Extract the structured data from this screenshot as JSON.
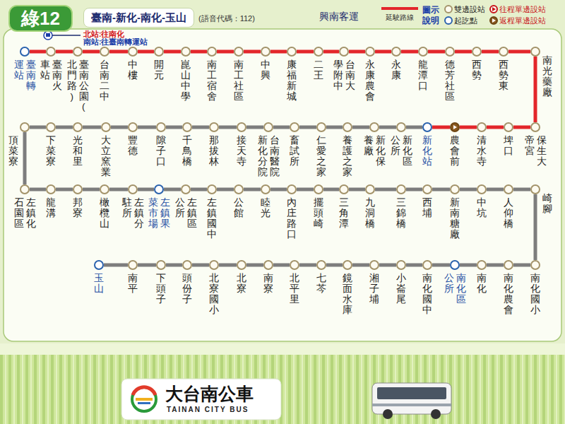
{
  "diagram": {
    "title": "臺南-新化-南化-玉山",
    "nodes": [
      {
        "text": [
          "臺南轉運站"
        ]
      },
      {
        "text": [
          "臺南火車站"
        ]
      },
      {
        "text": [
          "臺南公園(北門路)"
        ]
      },
      {
        "text": [
          "台南二中"
        ]
      },
      {
        "text": [
          "中樓"
        ]
      },
      {
        "text": [
          "開元"
        ]
      },
      {
        "text": [
          "崑山中學"
        ]
      },
      {
        "text": [
          "南工宿舍"
        ]
      },
      {
        "text": [
          "南工社區"
        ]
      },
      {
        "text": [
          "中興"
        ]
      },
      {
        "text": [
          "康福新城"
        ]
      },
      {
        "text": [
          "二王"
        ]
      },
      {
        "text": [
          "台南大學附中"
        ]
      },
      {
        "text": [
          "永康農會"
        ]
      },
      {
        "text": [
          "永康"
        ]
      },
      {
        "text": [
          "龍潭口"
        ]
      },
      {
        "text": [
          "德芳社區"
        ]
      },
      {
        "text": [
          "西勢"
        ]
      },
      {
        "text": [
          "西勢東"
        ]
      },
      {
        "text": [
          "南光藥廠"
        ]
      },
      {
        "text": [
          "保生大帝宮"
        ]
      },
      {
        "text": [
          "埤口"
        ]
      },
      {
        "text": [
          "清水寺"
        ]
      },
      {
        "text": [
          "農會前"
        ]
      },
      {
        "text": [
          "新化站"
        ]
      },
      {
        "text": [
          "新化區公所"
        ]
      },
      {
        "text": [
          "新化保養廠"
        ]
      },
      {
        "text": [
          "養護之家"
        ]
      },
      {
        "text": [
          "仁愛之家"
        ]
      },
      {
        "text": [
          "畜試所"
        ]
      },
      {
        "text": [
          "台南醫院新化分院"
        ]
      },
      {
        "text": [
          "接天寺"
        ]
      },
      {
        "text": [
          "那拔林"
        ]
      },
      {
        "text": [
          "千鳥橋"
        ]
      },
      {
        "text": [
          "隙子口"
        ]
      },
      {
        "text": [
          "豐德"
        ]
      },
      {
        "text": [
          "大立窯業"
        ]
      },
      {
        "text": [
          "光和里"
        ]
      },
      {
        "text": [
          "下菜寮"
        ]
      },
      {
        "text": [
          "頂菜寮"
        ]
      },
      {
        "text": [
          "左鎮化石園區"
        ]
      },
      {
        "text": [
          "龍溝"
        ]
      },
      {
        "text": [
          "邦寮"
        ]
      },
      {
        "text": [
          "橄欖山"
        ]
      },
      {
        "text": [
          "左鎮分駐所"
        ]
      },
      {
        "text": [
          "左鎮果菜市場"
        ]
      },
      {
        "text": [
          "左鎮區公所"
        ]
      },
      {
        "text": [
          "左鎮國中"
        ]
      },
      {
        "text": [
          "公館"
        ]
      },
      {
        "text": [
          "睦光"
        ]
      },
      {
        "text": [
          "內庄路口"
        ]
      },
      {
        "text": [
          "擺頭崎"
        ]
      },
      {
        "text": [
          "三角潭"
        ]
      },
      {
        "text": [
          "九洞橋"
        ]
      },
      {
        "text": [
          "三錦橋"
        ]
      },
      {
        "text": [
          "西埔"
        ]
      },
      {
        "text": [
          "新南糖廠"
        ]
      },
      {
        "text": [
          "中坑"
        ]
      },
      {
        "text": [
          "人仰橋"
        ]
      },
      {
        "text": [
          "崎腳"
        ]
      },
      {
        "text": [
          "南化國小"
        ]
      },
      {
        "text": [
          "南化農會"
        ]
      },
      {
        "text": [
          "南化"
        ]
      },
      {
        "text": [
          "南化區公所"
        ]
      },
      {
        "text": [
          "南化國中"
        ]
      },
      {
        "text": [
          "小崙尾"
        ]
      },
      {
        "text": [
          "湘子埔"
        ]
      },
      {
        "text": [
          "鏡面水庫"
        ]
      },
      {
        "text": [
          "七芩"
        ]
      },
      {
        "text": [
          "北平里"
        ]
      },
      {
        "text": [
          "南寮"
        ]
      },
      {
        "text": [
          "北寮"
        ]
      },
      {
        "text": [
          "北寮國小"
        ]
      },
      {
        "text": [
          "頭份子"
        ]
      },
      {
        "text": [
          "下頭子"
        ]
      },
      {
        "text": [
          "南平"
        ]
      },
      {
        "text": [
          "玉山"
        ]
      }
    ],
    "edges": [
      {
        "from": 0,
        "to": 1,
        "arrow": "none"
      },
      {
        "from": 1,
        "to": 2,
        "arrow": "none"
      },
      {
        "from": 2,
        "to": 3,
        "arrow": "none"
      },
      {
        "from": 3,
        "to": 4,
        "arrow": "none"
      },
      {
        "from": 4,
        "to": 5,
        "arrow": "none"
      },
      {
        "from": 5,
        "to": 6,
        "arrow": "none"
      },
      {
        "from": 6,
        "to": 7,
        "arrow": "none"
      },
      {
        "from": 7,
        "to": 8,
        "arrow": "none"
      },
      {
        "from": 8,
        "to": 9,
        "arrow": "none"
      },
      {
        "from": 9,
        "to": 10,
        "arrow": "none"
      },
      {
        "from": 10,
        "to": 11,
        "arrow": "none"
      },
      {
        "from": 11,
        "to": 12,
        "arrow": "none"
      },
      {
        "from": 12,
        "to": 13,
        "arrow": "none"
      },
      {
        "from": 13,
        "to": 14,
        "arrow": "none"
      },
      {
        "from": 14,
        "to": 15,
        "arrow": "none"
      },
      {
        "from": 15,
        "to": 16,
        "arrow": "none"
      },
      {
        "from": 16,
        "to": 17,
        "arrow": "none"
      },
      {
        "from": 17,
        "to": 18,
        "arrow": "none"
      },
      {
        "from": 18,
        "to": 19,
        "arrow": "none"
      },
      {
        "from": 19,
        "to": 20,
        "arrow": "none"
      },
      {
        "from": 20,
        "to": 21,
        "arrow": "none"
      },
      {
        "from": 21,
        "to": 22,
        "arrow": "none"
      },
      {
        "from": 22,
        "to": 23,
        "arrow": "none"
      },
      {
        "from": 23,
        "to": 24,
        "arrow": "none"
      },
      {
        "from": 24,
        "to": 25,
        "arrow": "none"
      },
      {
        "from": 25,
        "to": 26,
        "arrow": "none"
      },
      {
        "from": 26,
        "to": 27,
        "arrow": "none"
      },
      {
        "from": 27,
        "to": 28,
        "arrow": "none"
      },
      {
        "from": 28,
        "to": 29,
        "arrow": "none"
      },
      {
        "from": 29,
        "to": 30,
        "arrow": "none"
      },
      {
        "from": 30,
        "to": 31,
        "arrow": "none"
      },
      {
        "from": 31,
        "to": 32,
        "arrow": "none"
      },
      {
        "from": 32,
        "to": 33,
        "arrow": "none"
      },
      {
        "from": 33,
        "to": 34,
        "arrow": "none"
      },
      {
        "from": 34,
        "to": 35,
        "arrow": "none"
      },
      {
        "from": 35,
        "to": 36,
        "arrow": "none"
      },
      {
        "from": 36,
        "to": 37,
        "arrow": "none"
      },
      {
        "from": 37,
        "to": 38,
        "arrow": "none"
      },
      {
        "from": 38,
        "to": 39,
        "arrow": "none"
      },
      {
        "from": 39,
        "to": 40,
        "arrow": "none"
      },
      {
        "from": 40,
        "to": 41,
        "arrow": "none"
      },
      {
        "from": 41,
        "to": 42,
        "arrow": "none"
      },
      {
        "from": 42,
        "to": 43,
        "arrow": "none"
      },
      {
        "from": 43,
        "to": 44,
        "arrow": "none"
      },
      {
        "from": 44,
        "to": 45,
        "arrow": "none"
      },
      {
        "from": 45,
        "to": 46,
        "arrow": "none"
      },
      {
        "from": 46,
        "to": 47,
        "arrow": "none"
      },
      {
        "from": 47,
        "to": 48,
        "arrow": "none"
      },
      {
        "from": 48,
        "to": 49,
        "arrow": "none"
      },
      {
        "from": 49,
        "to": 50,
        "arrow": "none"
      },
      {
        "from": 50,
        "to": 51,
        "arrow": "none"
      },
      {
        "from": 51,
        "to": 52,
        "arrow": "none"
      },
      {
        "from": 52,
        "to": 53,
        "arrow": "none"
      },
      {
        "from": 53,
        "to": 54,
        "arrow": "none"
      },
      {
        "from": 54,
        "to": 55,
        "arrow": "none"
      },
      {
        "from": 55,
        "to": 56,
        "arrow": "none"
      },
      {
        "from": 56,
        "to": 57,
        "arrow": "none"
      },
      {
        "from": 57,
        "to": 58,
        "arrow": "none"
      },
      {
        "from": 58,
        "to": 59,
        "arrow": "none"
      },
      {
        "from": 59,
        "to": 60,
        "arrow": "none"
      },
      {
        "from": 60,
        "to": 61,
        "arrow": "none"
      },
      {
        "from": 61,
        "to": 62,
        "arrow": "none"
      },
      {
        "from": 62,
        "to": 63,
        "arrow": "none"
      },
      {
        "from": 63,
        "to": 64,
        "arrow": "none"
      },
      {
        "from": 64,
        "to": 65,
        "arrow": "none"
      },
      {
        "from": 65,
        "to": 66,
        "arrow": "none"
      },
      {
        "from": 66,
        "to": 67,
        "arrow": "none"
      },
      {
        "from": 67,
        "to": 68,
        "arrow": "none"
      },
      {
        "from": 68,
        "to": 69,
        "arrow": "none"
      },
      {
        "from": 69,
        "to": 70,
        "arrow": "none"
      },
      {
        "from": 70,
        "to": 71,
        "arrow": "none"
      },
      {
        "from": 71,
        "to": 72,
        "arrow": "none"
      },
      {
        "from": 72,
        "to": 73,
        "arrow": "none"
      },
      {
        "from": 73,
        "to": 74,
        "arrow": "none"
      },
      {
        "from": 74,
        "to": 75,
        "arrow": "none"
      },
      {
        "from": 75,
        "to": 76,
        "arrow": "none"
      }
    ],
    "labels": [
      "綠12",
      "(語音代碼：112)",
      "興南客運",
      "北站:往南化",
      "南站:往臺南轉運站",
      "圖示說明",
      "大台南公車",
      "TAINAN CITY BUS"
    ],
    "legend": [
      {
        "text": "延駛路線"
      },
      {
        "text": "雙邊設站"
      },
      {
        "text": "往程單邊設站"
      },
      {
        "text": "起訖點"
      },
      {
        "text": "返程單邊設站"
      }
    ]
  }
}
